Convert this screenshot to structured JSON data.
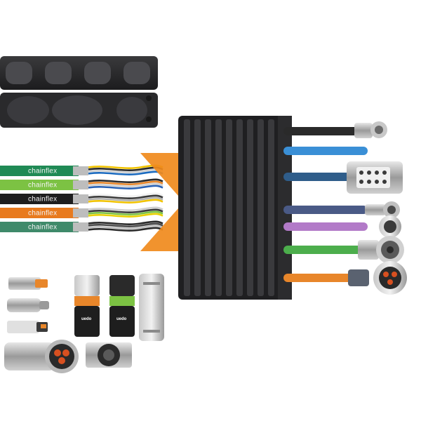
{
  "scene": {
    "background": "#ffffff",
    "arrow_color": "#f08a1c",
    "chain_color": "#2b2b2d"
  },
  "cables": [
    {
      "label": "chainflex",
      "color": "#1f8a55"
    },
    {
      "label": "chainflex",
      "color": "#7cc243"
    },
    {
      "label": "chainflex",
      "color": "#1e1e1e"
    },
    {
      "label": "chainflex",
      "color": "#e87a1e"
    },
    {
      "label": "chainflex",
      "color": "#3f8a6a"
    }
  ],
  "harnessed_cables": [
    {
      "color": "#2a2a2a",
      "connector": "elbow-connector-icon"
    },
    {
      "color": "#3a8fd6",
      "connector": "none"
    },
    {
      "color": "#2f5d8a",
      "connector": "heavy-duty-connector-icon"
    },
    {
      "color": "#4a5a86",
      "connector": "m12-connector-icon"
    },
    {
      "color": "#b27ac8",
      "connector": "m12-angled-connector-icon"
    },
    {
      "color": "#4cae4c",
      "connector": "round-connector-icon"
    },
    {
      "color": "#e8862a",
      "connector": "power-connector-icon"
    }
  ],
  "connectors": {
    "brand_label": "uedo"
  }
}
